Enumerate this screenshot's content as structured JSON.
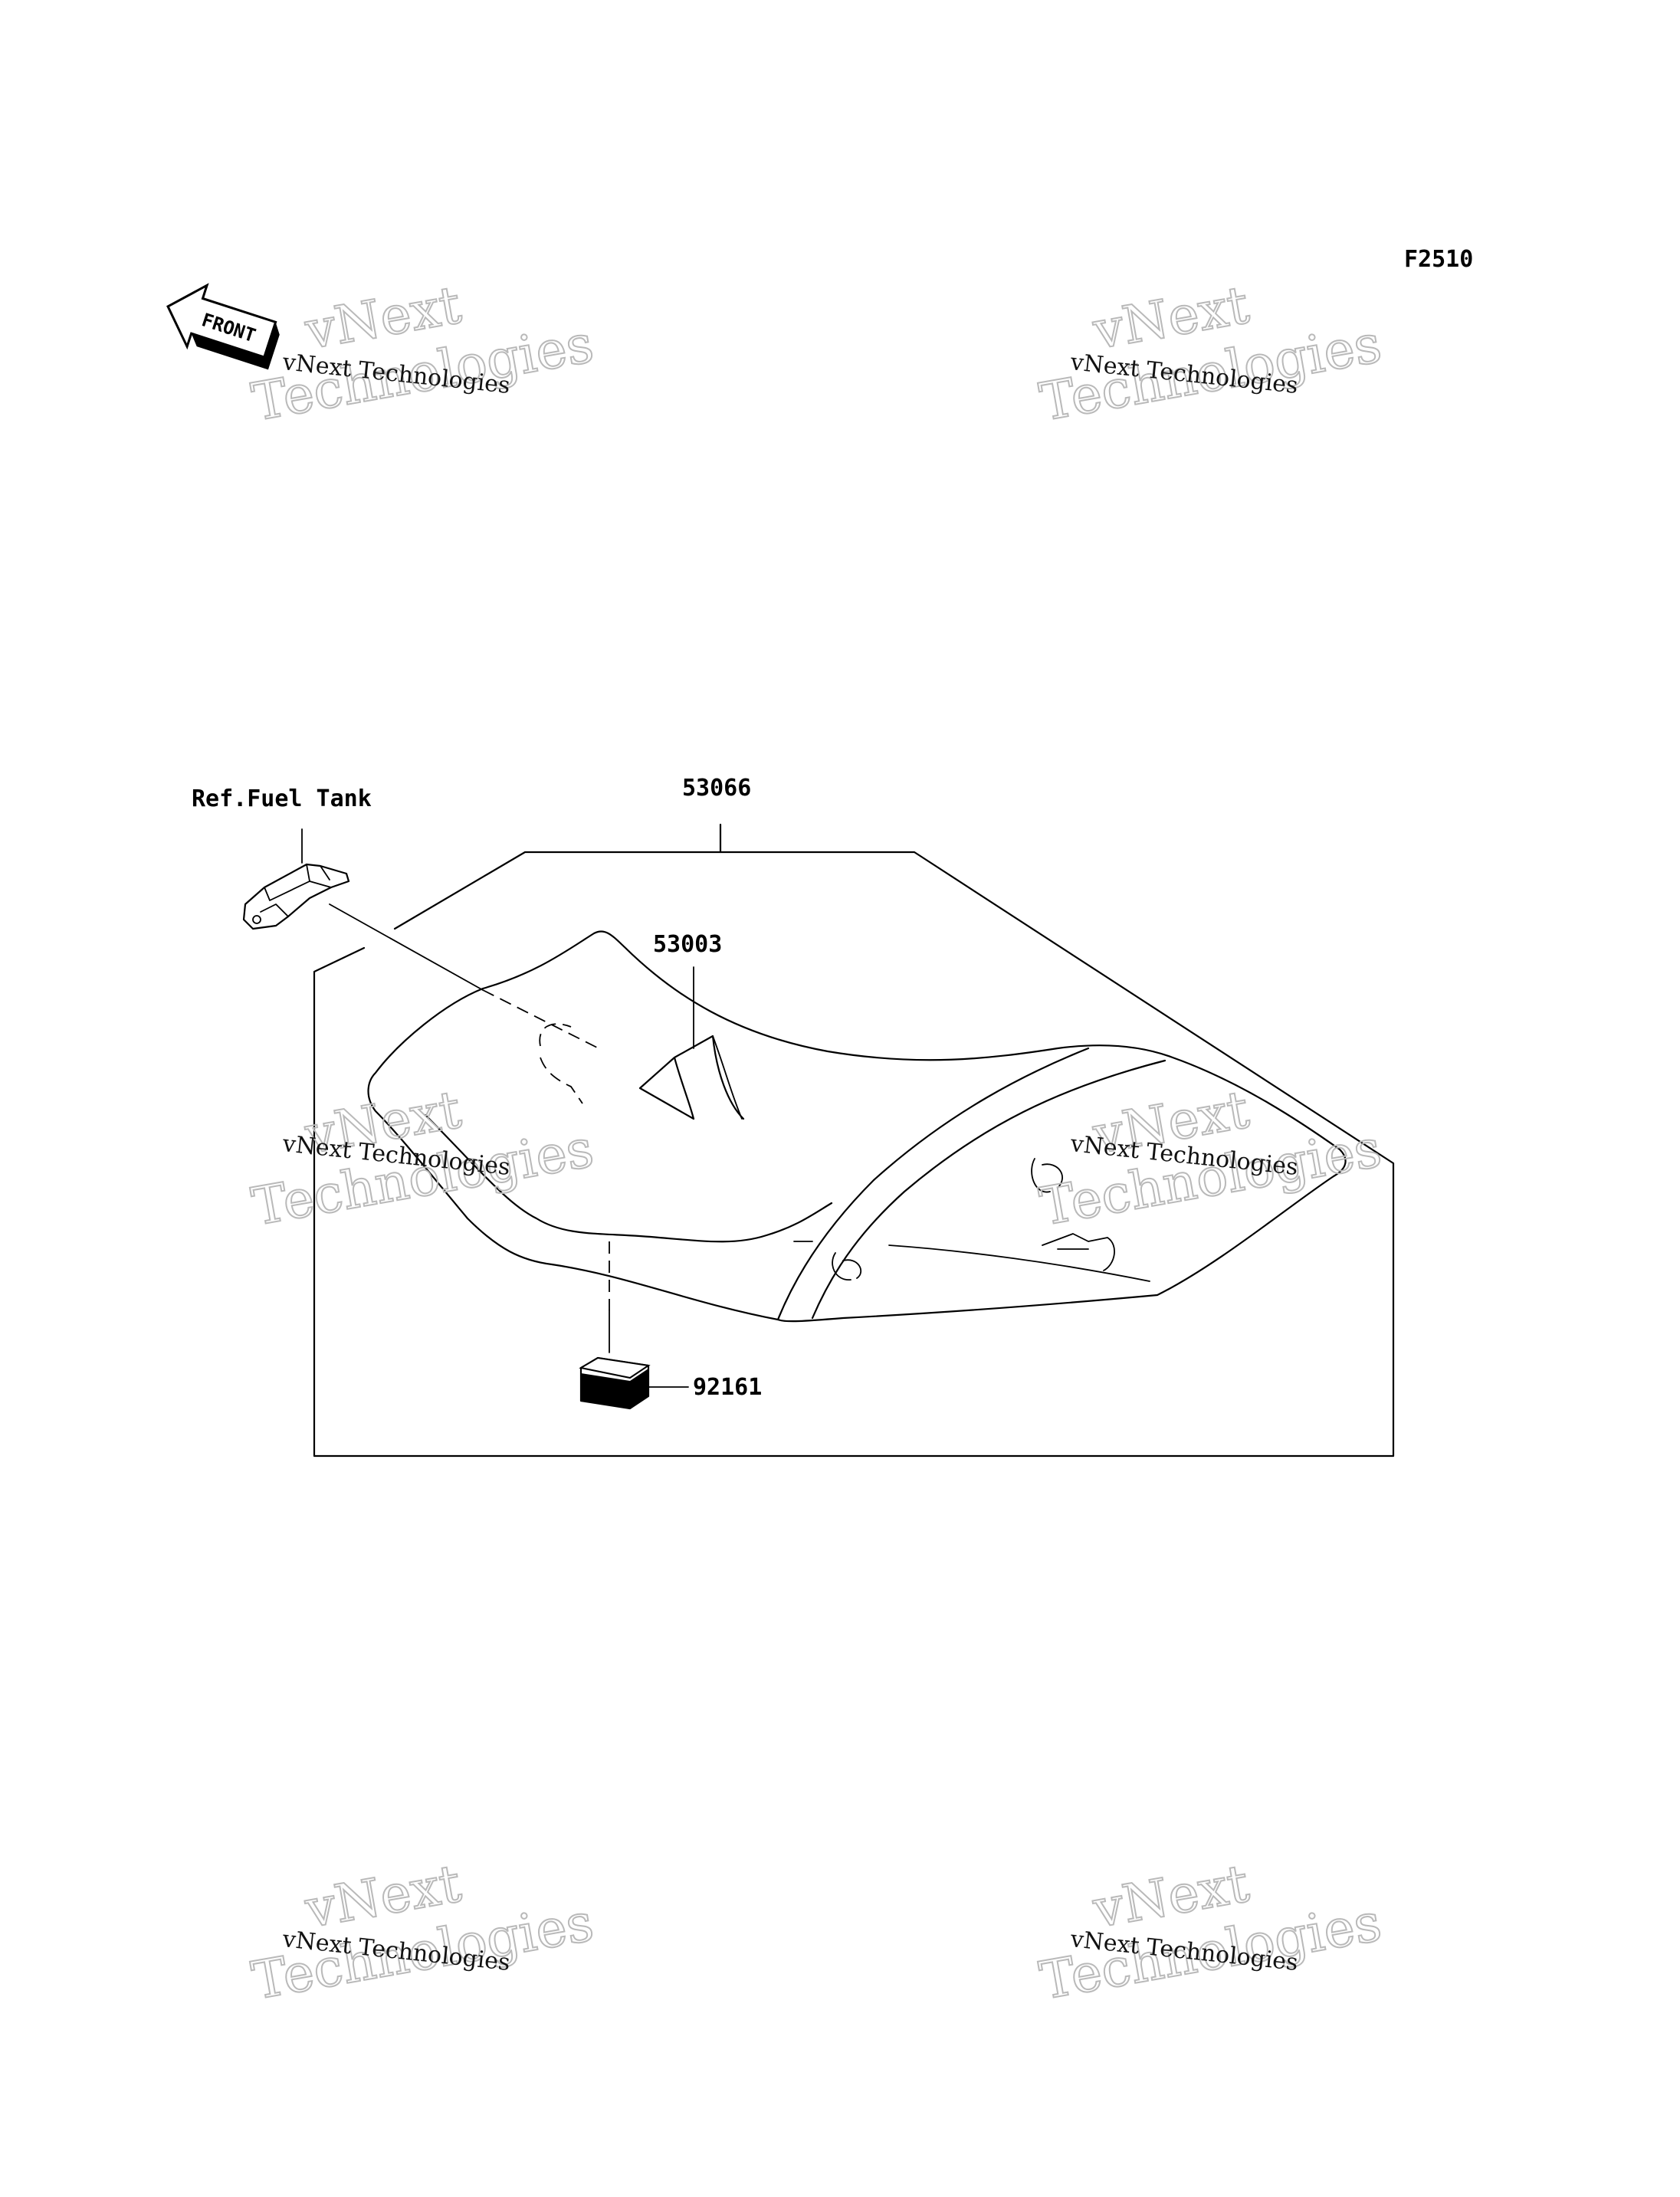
{
  "figure_code": "F2510",
  "front_arrow_label": "FRONT",
  "labels": {
    "ref_fuel_tank": "Ref.Fuel Tank",
    "seat_assy": "53066",
    "seat_cover": "53003",
    "damper": "92161"
  },
  "watermark": {
    "line1": "vNext",
    "line2": "Technologies",
    "small": "vNext Technologies"
  }
}
